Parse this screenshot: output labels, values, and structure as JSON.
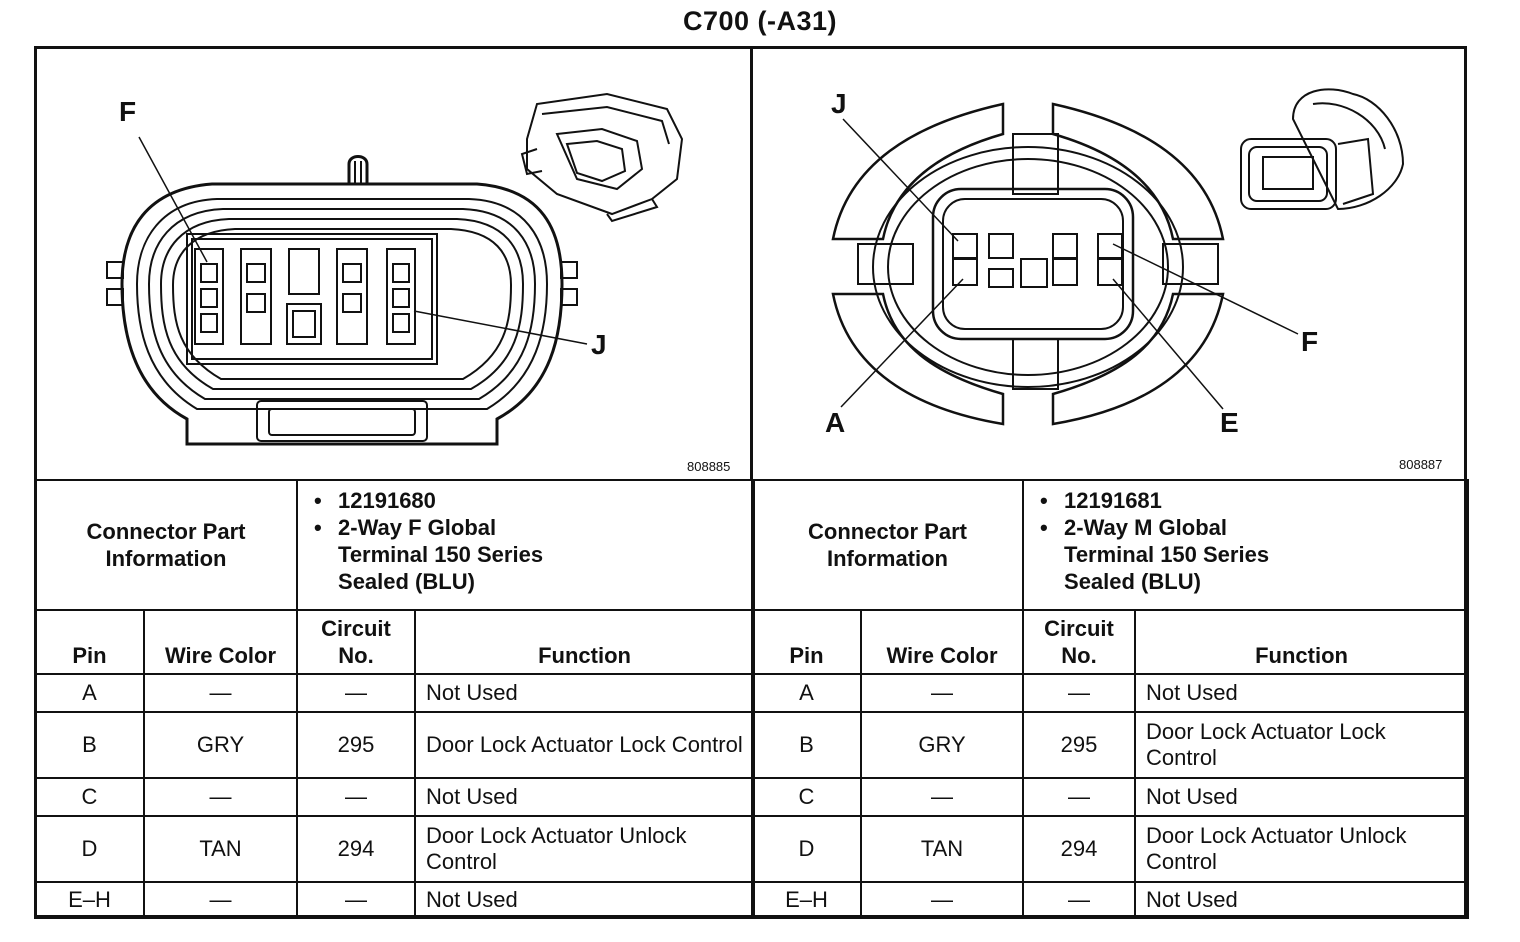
{
  "title": "C700 (-A31)",
  "left": {
    "figure_number": "808885",
    "pin_labels": [
      "F",
      "J"
    ],
    "connector_info_label": "Connector Part Information",
    "part_info": [
      "12191680",
      "2-Way F Global Terminal 150 Series Sealed (BLU)"
    ]
  },
  "right": {
    "figure_number": "808887",
    "pin_labels": [
      "J",
      "F",
      "A",
      "E"
    ],
    "connector_info_label": "Connector Part Information",
    "part_info": [
      "12191681",
      "2-Way M Global Terminal 150 Series Sealed (BLU)"
    ]
  },
  "table": {
    "headers": {
      "pin": "Pin",
      "wire_color_left": "Wire Color",
      "wire_color_right": "Wire Color",
      "circuit": "Circuit No.",
      "function": "Function"
    },
    "rows": [
      {
        "pin": "A",
        "wire": "—",
        "circuit": "—",
        "function": "Not Used"
      },
      {
        "pin": "B",
        "wire": "GRY",
        "circuit": "295",
        "function": "Door Lock Actuator Lock Control"
      },
      {
        "pin": "C",
        "wire": "—",
        "circuit": "—",
        "function": "Not Used"
      },
      {
        "pin": "D",
        "wire": "TAN",
        "circuit": "294",
        "function": "Door Lock Actuator Unlock Control"
      },
      {
        "pin": "E–H",
        "wire": "—",
        "circuit": "—",
        "function": "Not Used"
      }
    ]
  }
}
